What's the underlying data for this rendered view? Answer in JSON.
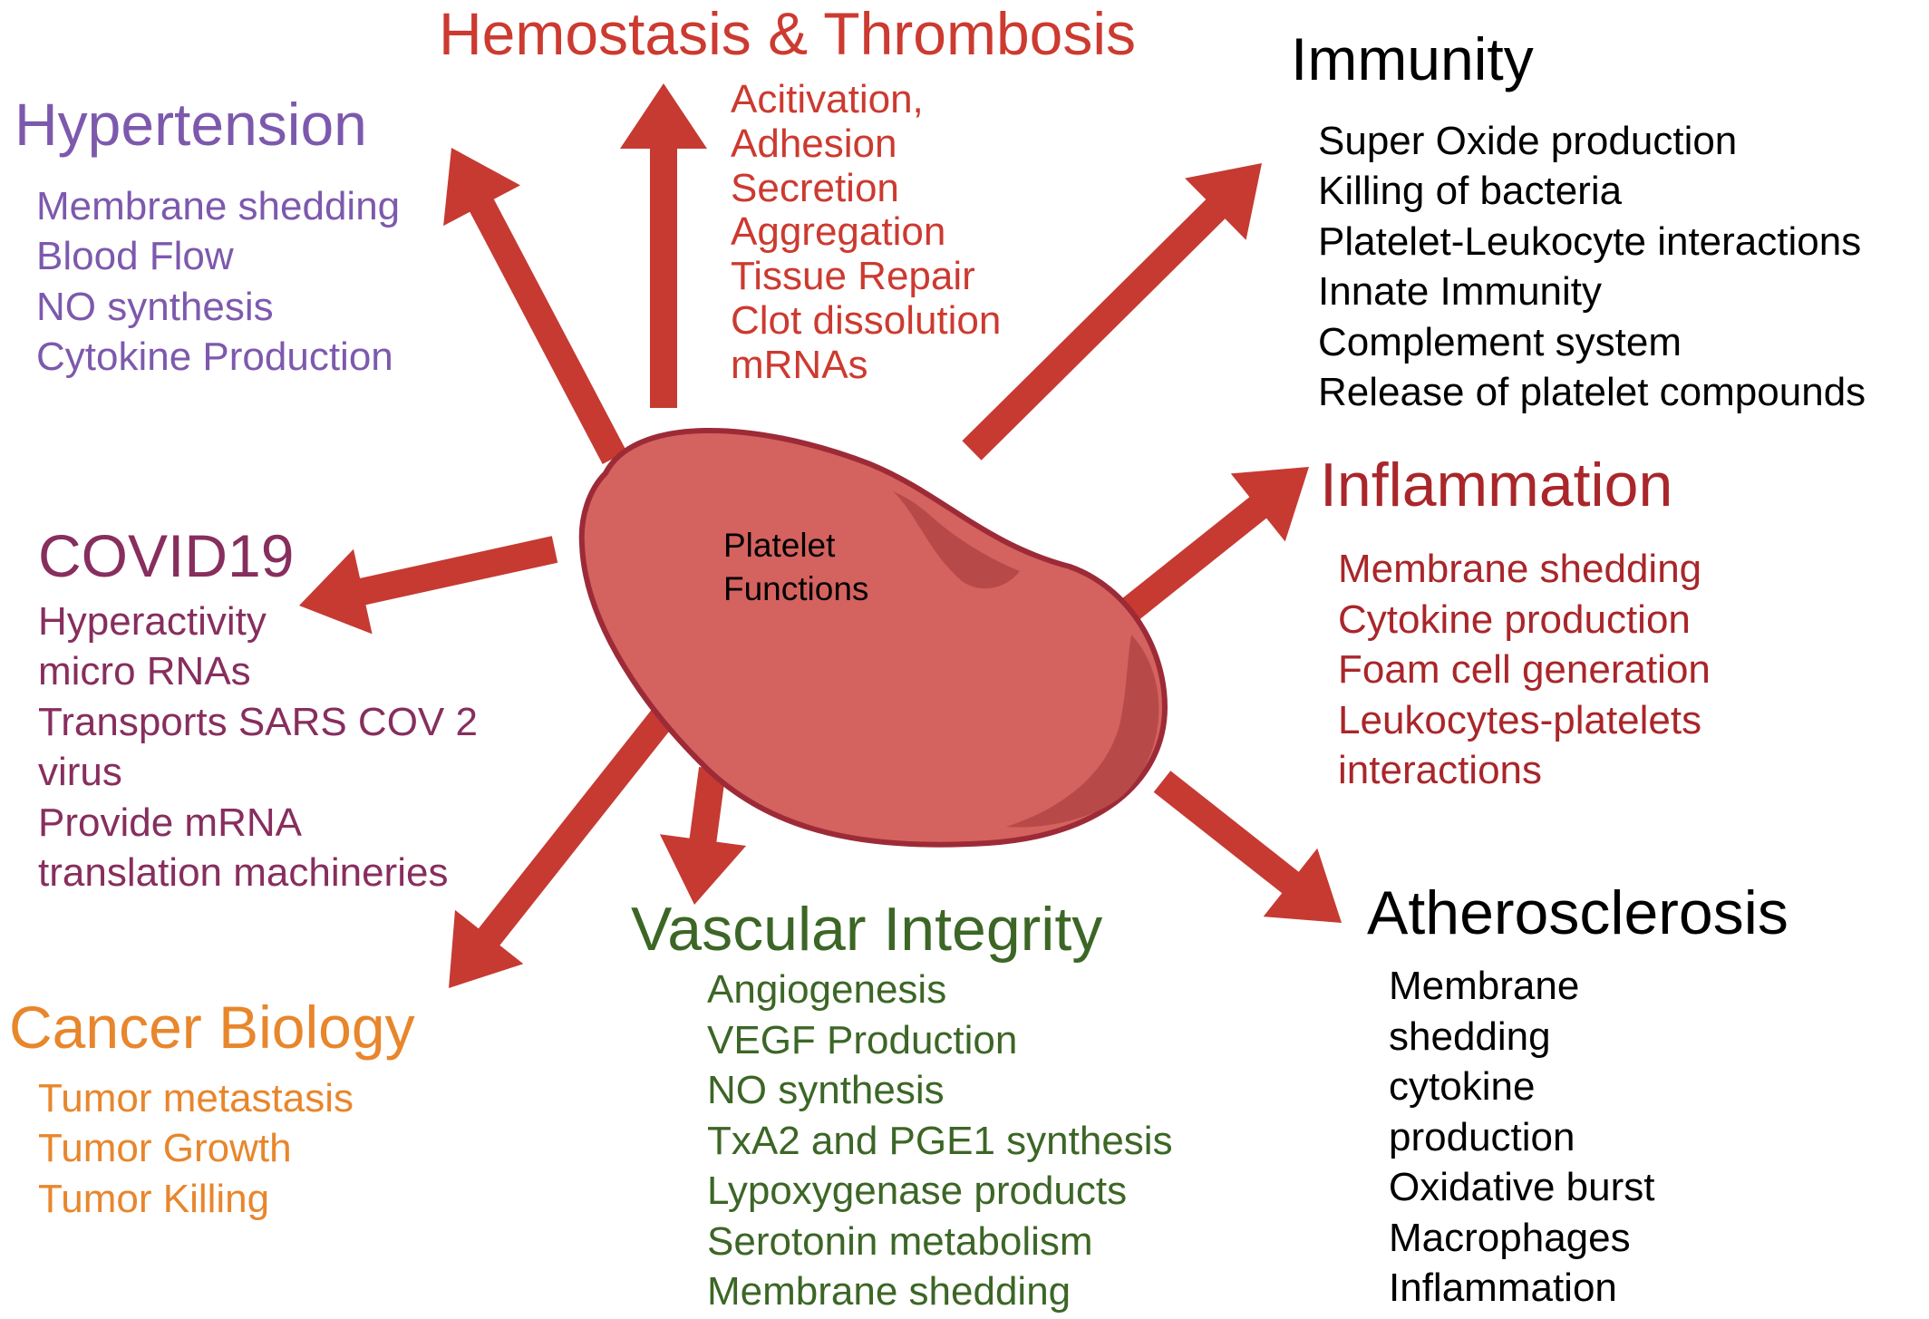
{
  "colors": {
    "arrow": "#c63a32",
    "platelet_fill": "#d4625f",
    "platelet_shadow": "#b74a48",
    "platelet_edge": "#9d2b37",
    "hypertension": "#7d59ad",
    "hemostasis": "#cc3a30",
    "immunity": "#000000",
    "inflammation": "#a9262a",
    "covid": "#872e5e",
    "atherosclerosis": "#000000",
    "vascular": "#3c6626",
    "cancer": "#e8862c"
  },
  "center": {
    "line1": "Platelet",
    "line2": "Functions"
  },
  "sections": {
    "hypertension": {
      "title": "Hypertension",
      "items": [
        "Membrane shedding",
        "Blood Flow",
        "NO synthesis",
        "Cytokine Production"
      ]
    },
    "hemostasis": {
      "title": "Hemostasis  & Thrombosis",
      "items": [
        "Acitivation,",
        "Adhesion",
        "Secretion",
        "Aggregation",
        "Tissue Repair",
        "Clot dissolution",
        "mRNAs"
      ]
    },
    "immunity": {
      "title": "Immunity",
      "items": [
        "Super Oxide production",
        "Killing of bacteria",
        "Platelet-Leukocyte interactions",
        "Innate Immunity",
        "Complement system",
        "Release of platelet compounds"
      ]
    },
    "inflammation": {
      "title": "Inflammation",
      "items": [
        "Membrane shedding",
        "Cytokine production",
        "Foam cell generation",
        "Leukocytes-platelets",
        "interactions"
      ]
    },
    "covid": {
      "title": "COVID19",
      "items": [
        "Hyperactivity",
        "micro RNAs",
        "Transports SARS COV 2",
        "virus",
        "Provide mRNA",
        "translation machineries"
      ]
    },
    "atherosclerosis": {
      "title": "Atherosclerosis",
      "items": [
        "Membrane",
        "shedding",
        "cytokine",
        "production",
        "Oxidative burst",
        "Macrophages",
        "Inflammation"
      ]
    },
    "vascular": {
      "title": "Vascular Integrity",
      "items": [
        "Angiogenesis",
        "VEGF Production",
        "NO synthesis",
        "TxA2 and PGE1 synthesis",
        "Lypoxygenase products",
        "Serotonin metabolism",
        "Membrane shedding"
      ]
    },
    "cancer": {
      "title": "Cancer Biology",
      "items": [
        "Tumor metastasis",
        "Tumor Growth",
        "Tumor Killing"
      ]
    }
  }
}
